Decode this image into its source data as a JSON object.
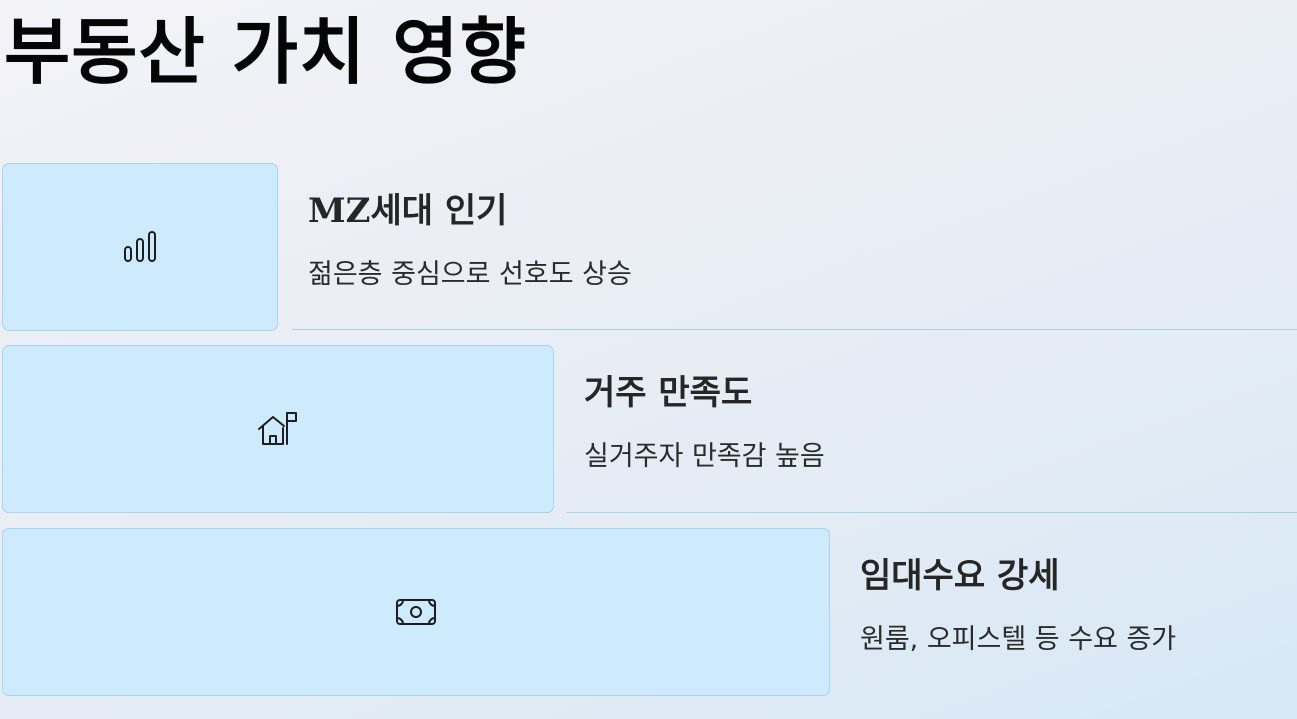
{
  "page": {
    "title": "부동산 가치 영향"
  },
  "items": [
    {
      "icon": "bar-chart-icon",
      "title": "MZ세대 인기",
      "description": "젊은층 중심으로 선호도 상승"
    },
    {
      "icon": "house-flag-icon",
      "title": "거주 만족도",
      "description": "실거주자 만족감 높음"
    },
    {
      "icon": "money-bill-icon",
      "title": "임대수요 강세",
      "description": "원룸, 오피스텔 등 수요 증가"
    }
  ],
  "colors": {
    "icon_box_bg": "#cdebfc",
    "icon_box_border": "#a9d6ea",
    "divider": "#a6d3de",
    "title_text": "#050505",
    "item_text": "#262626"
  }
}
